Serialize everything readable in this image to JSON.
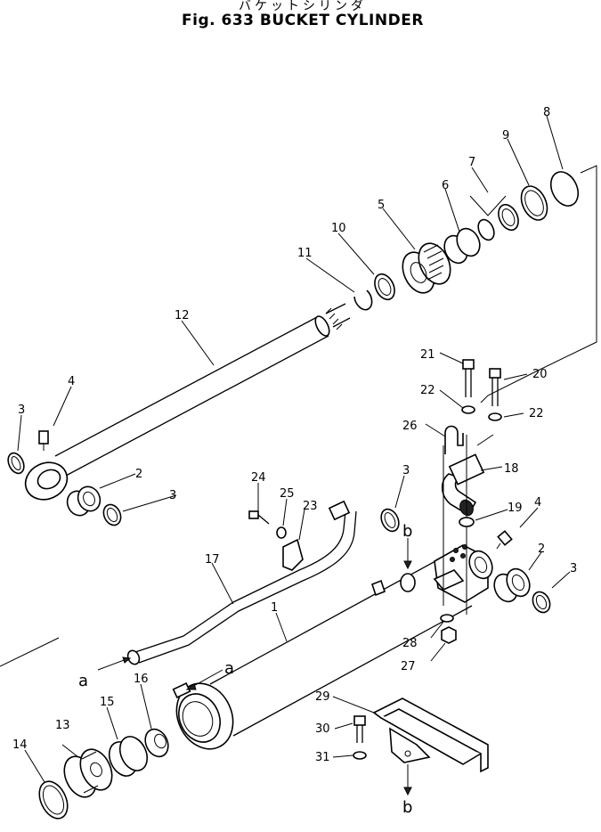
{
  "figure": {
    "title_jp": "バケットシリンダ",
    "title_en": "Fig. 633 BUCKET CYLINDER"
  },
  "callouts": [
    "1",
    "2",
    "2",
    "3",
    "3",
    "3",
    "3",
    "4",
    "4",
    "5",
    "6",
    "7",
    "8",
    "9",
    "10",
    "11",
    "12",
    "13",
    "14",
    "15",
    "16",
    "17",
    "18",
    "19",
    "20",
    "21",
    "22",
    "22",
    "23",
    "24",
    "25",
    "26",
    "27",
    "28",
    "29",
    "30",
    "31"
  ],
  "connectors": {
    "a": "a",
    "b": "b"
  }
}
